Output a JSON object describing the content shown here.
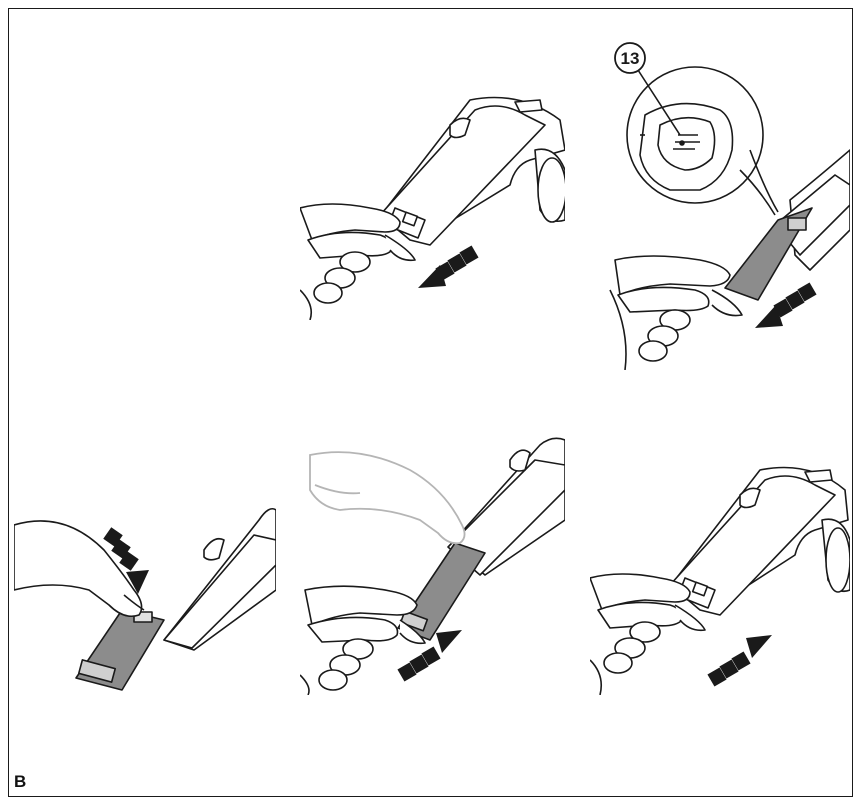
{
  "figure": {
    "letter": "B",
    "callout": "13"
  },
  "steps": [
    {
      "id": 1,
      "action": "pull-out",
      "arrow_direction": "down-left",
      "cover": "closed"
    },
    {
      "id": 2,
      "action": "pull-out-detail",
      "arrow_direction": "down-left",
      "cover": "open",
      "magnified": true
    },
    {
      "id": 3,
      "action": "insert-cover",
      "arrow_direction": "down",
      "cover": "detached"
    },
    {
      "id": 4,
      "action": "push-in",
      "arrow_direction": "up-right",
      "cover": "open"
    },
    {
      "id": 5,
      "action": "push-in",
      "arrow_direction": "up-right",
      "cover": "closed"
    }
  ],
  "colors": {
    "line": "#1a1a1a",
    "cover_fill": "#8c8c8c",
    "hand_fill": "#ffffff",
    "ghost_hand": "#b5b5b5"
  }
}
